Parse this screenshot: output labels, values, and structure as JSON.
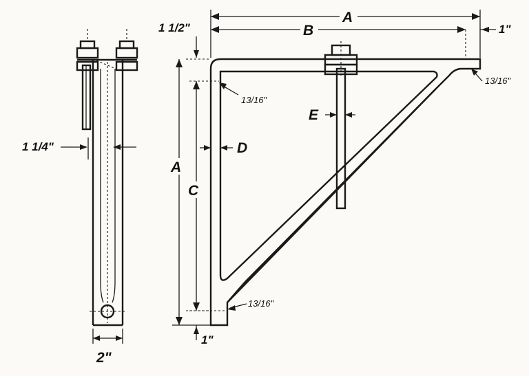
{
  "side_view": {
    "width_dim": "1 1/4\"",
    "bottom_dim": "2\""
  },
  "main_view": {
    "dim_A_top": "A",
    "dim_B": "B",
    "dim_A_left": "A",
    "dim_C": "C",
    "dim_D": "D",
    "dim_E": "E",
    "top_offset": "1 1/2\"",
    "right_offset": "1\"",
    "bottom_offset": "1\"",
    "thickness_top_right": "13/16\"",
    "thickness_corner": "13/16\"",
    "thickness_bottom": "13/16\""
  }
}
